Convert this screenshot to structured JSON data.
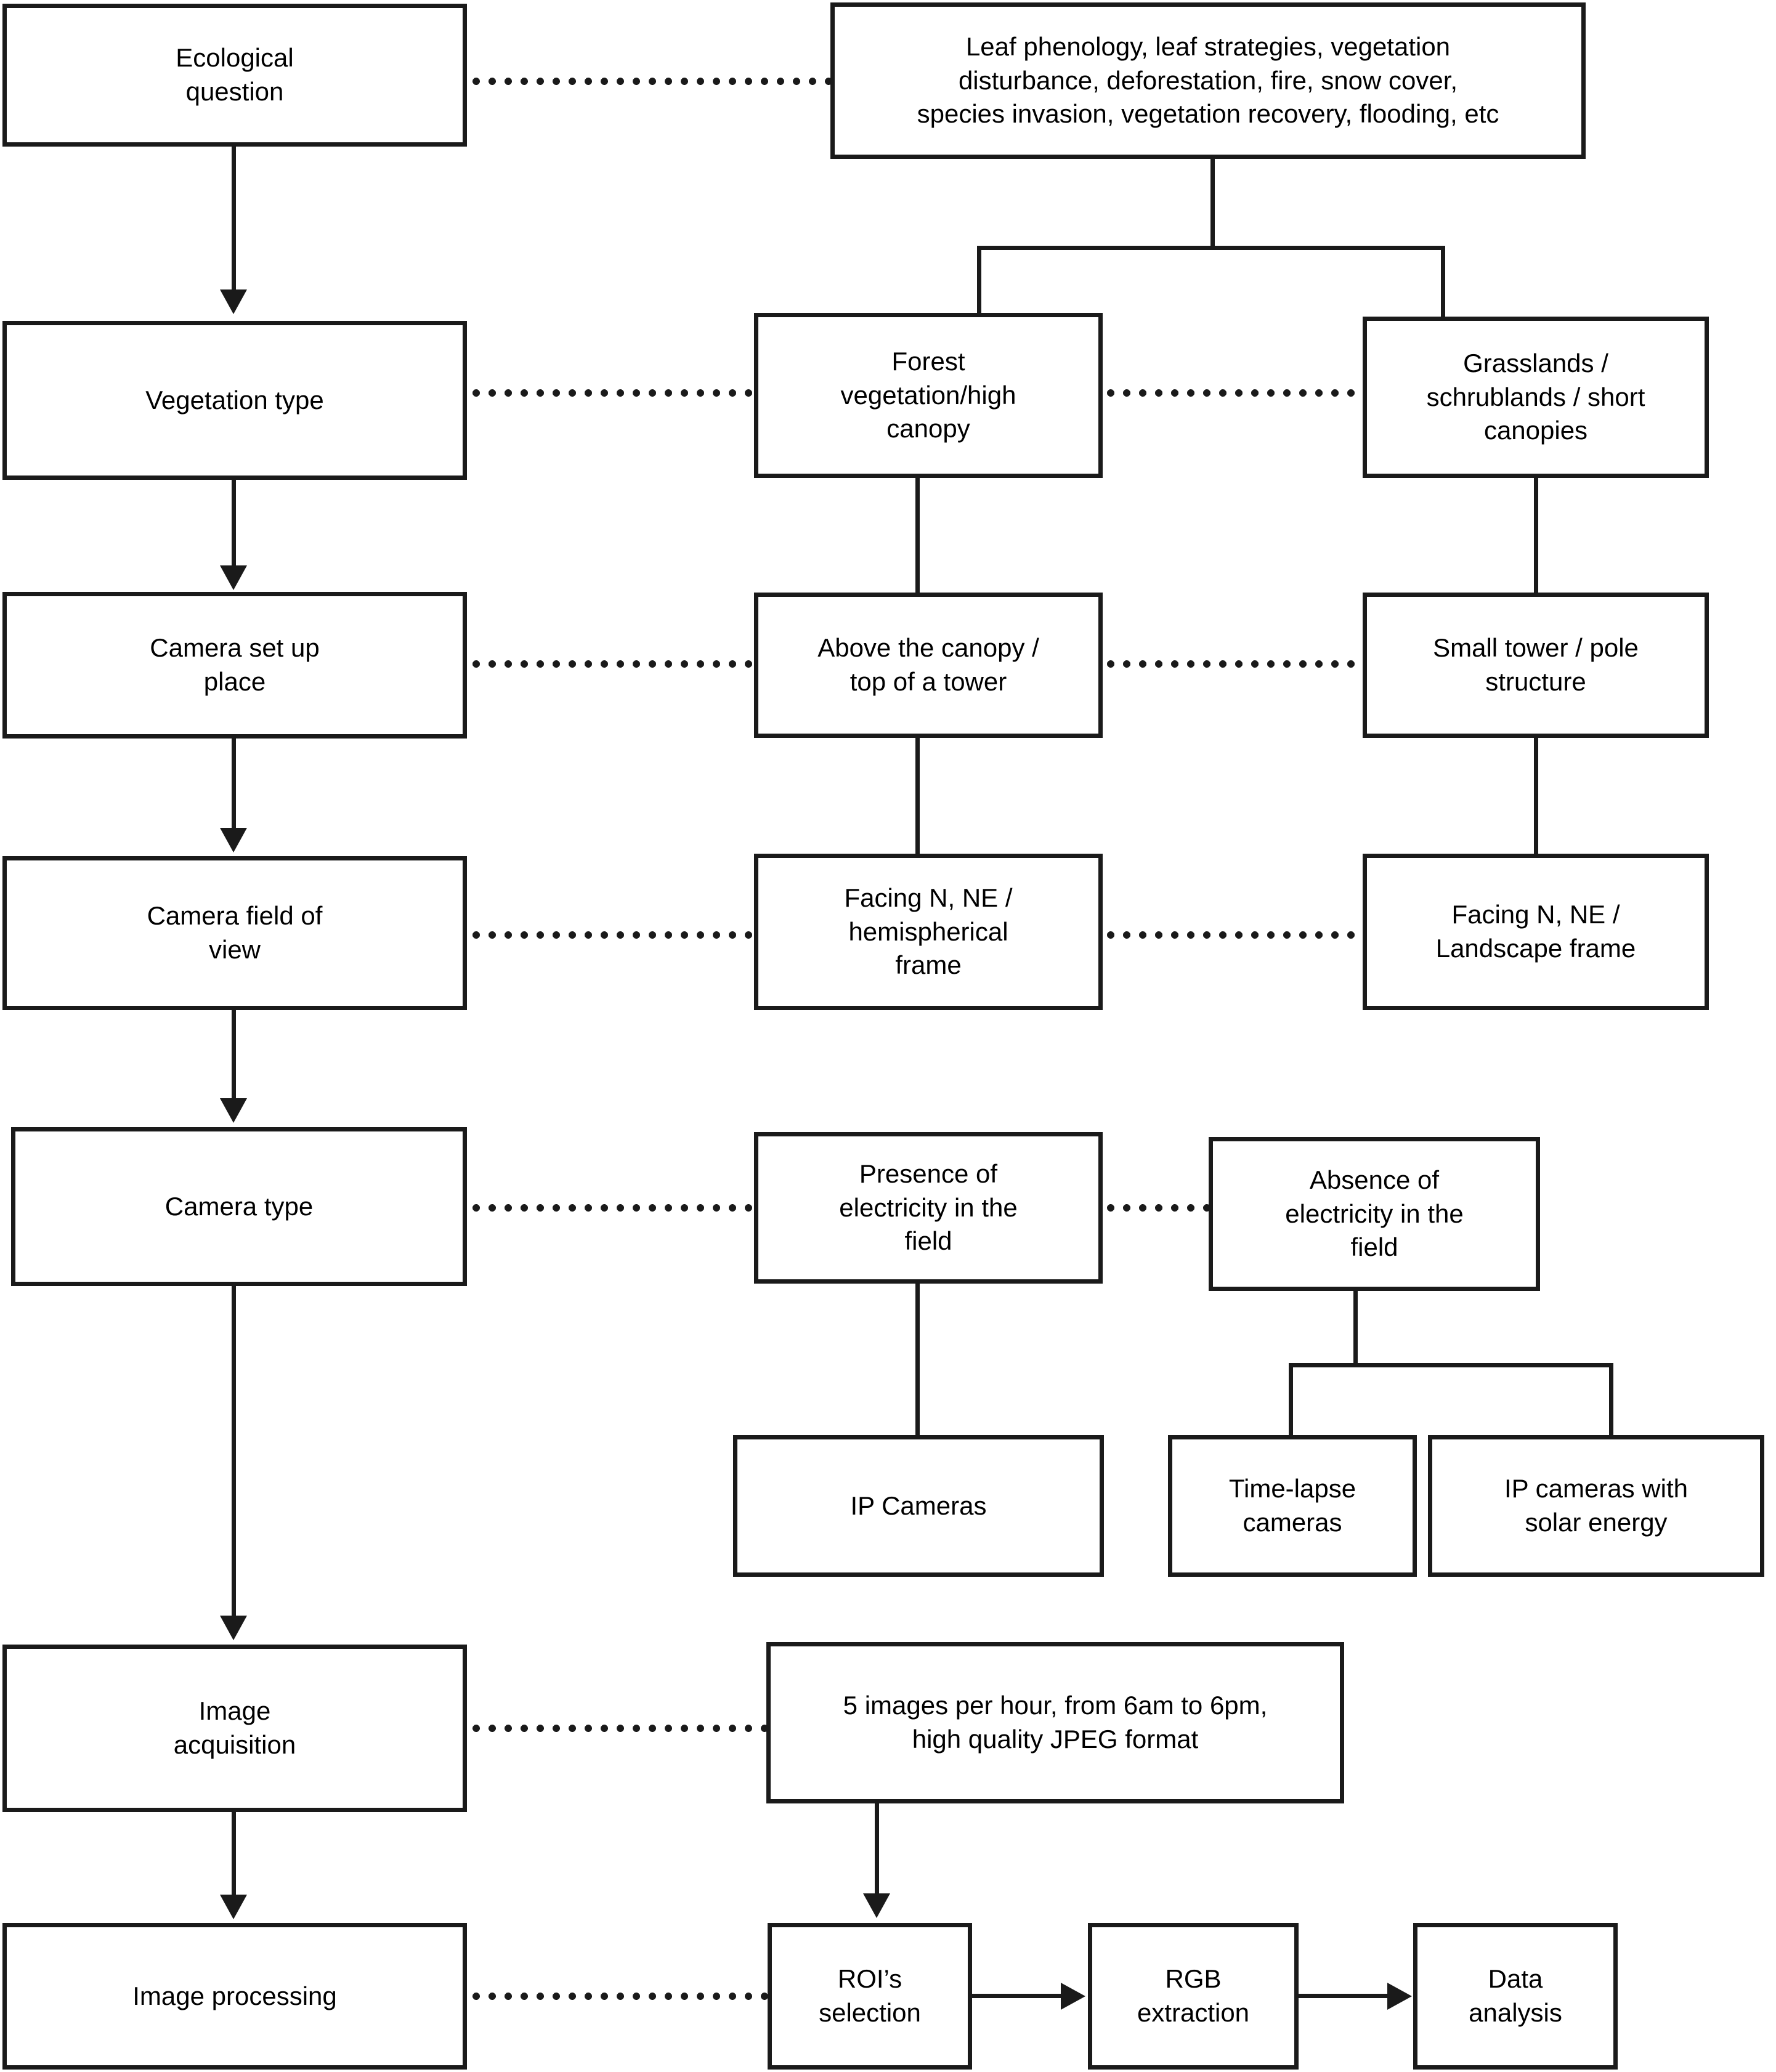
{
  "diagram": {
    "title": "Phenocam workflow flowchart",
    "accent_color": "#1a1a1a",
    "background_color": "#ffffff"
  },
  "stages": [
    {
      "id": "ecological-question",
      "label": "Ecological\nquestion"
    },
    {
      "id": "vegetation-type",
      "label": "Vegetation type"
    },
    {
      "id": "camera-set-up-place",
      "label": "Camera set up\nplace"
    },
    {
      "id": "camera-field-of-view",
      "label": "Camera field of\nview"
    },
    {
      "id": "camera-type",
      "label": "Camera type"
    },
    {
      "id": "image-acquisition",
      "label": "Image\nacquisition"
    },
    {
      "id": "image-processing",
      "label": "Image processing"
    }
  ],
  "options": {
    "ecological_examples": "Leaf phenology, leaf strategies, vegetation\ndisturbance, deforestation, fire, snow cover,\nspecies invasion, vegetation recovery, flooding, etc",
    "vegetation_forest": "Forest\nvegetation/high\ncanopy",
    "vegetation_grassland": "Grasslands /\nschrublands / short\ncanopies",
    "setup_forest": "Above the canopy /\ntop of a tower",
    "setup_grassland": "Small tower / pole\nstructure",
    "fov_forest": "Facing N, NE /\nhemispherical\nframe",
    "fov_grassland": "Facing N, NE /\nLandscape frame",
    "power_present": "Presence of\nelectricity in the\nfield",
    "power_absent": "Absence of\nelectricity in the\nfield",
    "camera_ip": "IP Cameras",
    "camera_timelapse": "Time-lapse\ncameras",
    "camera_ip_solar": "IP cameras with\nsolar energy",
    "acquisition_spec": "5 images per hour, from 6am to 6pm,\nhigh quality JPEG format"
  },
  "processing_steps": [
    {
      "id": "roi-selection",
      "label": "ROI’s\nselection"
    },
    {
      "id": "rgb-extraction",
      "label": "RGB\nextraction"
    },
    {
      "id": "data-analysis",
      "label": "Data\nanalysis"
    }
  ]
}
